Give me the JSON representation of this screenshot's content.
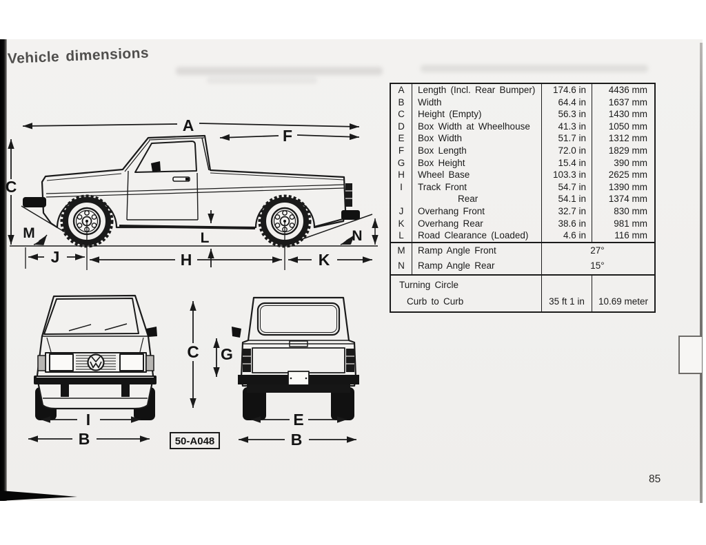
{
  "page": {
    "title": "Vehicle dimensions",
    "page_number": "85",
    "figure_code": "50-A048"
  },
  "table": {
    "main_rows": [
      {
        "letter": "A",
        "desc": "Length (Incl. Rear Bumper)",
        "inches": "174.6 in",
        "mm": "4436 mm"
      },
      {
        "letter": "B",
        "desc": "Width",
        "inches": "64.4 in",
        "mm": "1637 mm"
      },
      {
        "letter": "C",
        "desc": "Height (Empty)",
        "inches": "56.3 in",
        "mm": "1430 mm"
      },
      {
        "letter": "D",
        "desc": "Box Width at Wheelhouse",
        "inches": "41.3 in",
        "mm": "1050 mm"
      },
      {
        "letter": "E",
        "desc": "Box Width",
        "inches": "51.7 in",
        "mm": "1312 mm"
      },
      {
        "letter": "F",
        "desc": "Box Length",
        "inches": "72.0 in",
        "mm": "1829 mm"
      },
      {
        "letter": "G",
        "desc": "Box Height",
        "inches": "15.4 in",
        "mm": "390 mm"
      },
      {
        "letter": "H",
        "desc": "Wheel Base",
        "inches": "103.3 in",
        "mm": "2625 mm"
      },
      {
        "letter": "I",
        "desc": "Track Front",
        "inches": "54.7 in",
        "mm": "1390 mm"
      },
      {
        "letter": "",
        "desc": "Rear",
        "inches": "54.1 in",
        "mm": "1374 mm"
      },
      {
        "letter": "J",
        "desc": "Overhang Front",
        "inches": "32.7 in",
        "mm": "830 mm"
      },
      {
        "letter": "K",
        "desc": "Overhang Rear",
        "inches": "38.6 in",
        "mm": "981 mm"
      },
      {
        "letter": "L",
        "desc": "Road Clearance (Loaded)",
        "inches": "4.6 in",
        "mm": "116 mm"
      }
    ],
    "angle_rows": [
      {
        "letter": "M",
        "desc": "Ramp Angle Front",
        "value": "27°"
      },
      {
        "letter": "N",
        "desc": "Ramp Angle Rear",
        "value": "15°"
      }
    ],
    "turning": {
      "header": "Turning Circle",
      "row_label": "Curb to Curb",
      "imperial": "35 ft 1 in",
      "metric": "10.69 meter"
    }
  },
  "diagram": {
    "labels": {
      "A": "A",
      "B": "B",
      "C": "C",
      "E": "E",
      "F": "F",
      "G": "G",
      "H": "H",
      "I": "I",
      "J": "J",
      "K": "K",
      "L": "L",
      "M": "M",
      "N": "N"
    }
  },
  "colors": {
    "ink": "#1a1a1a",
    "paper": "#f1f0ee",
    "accent_black": "#111111"
  }
}
